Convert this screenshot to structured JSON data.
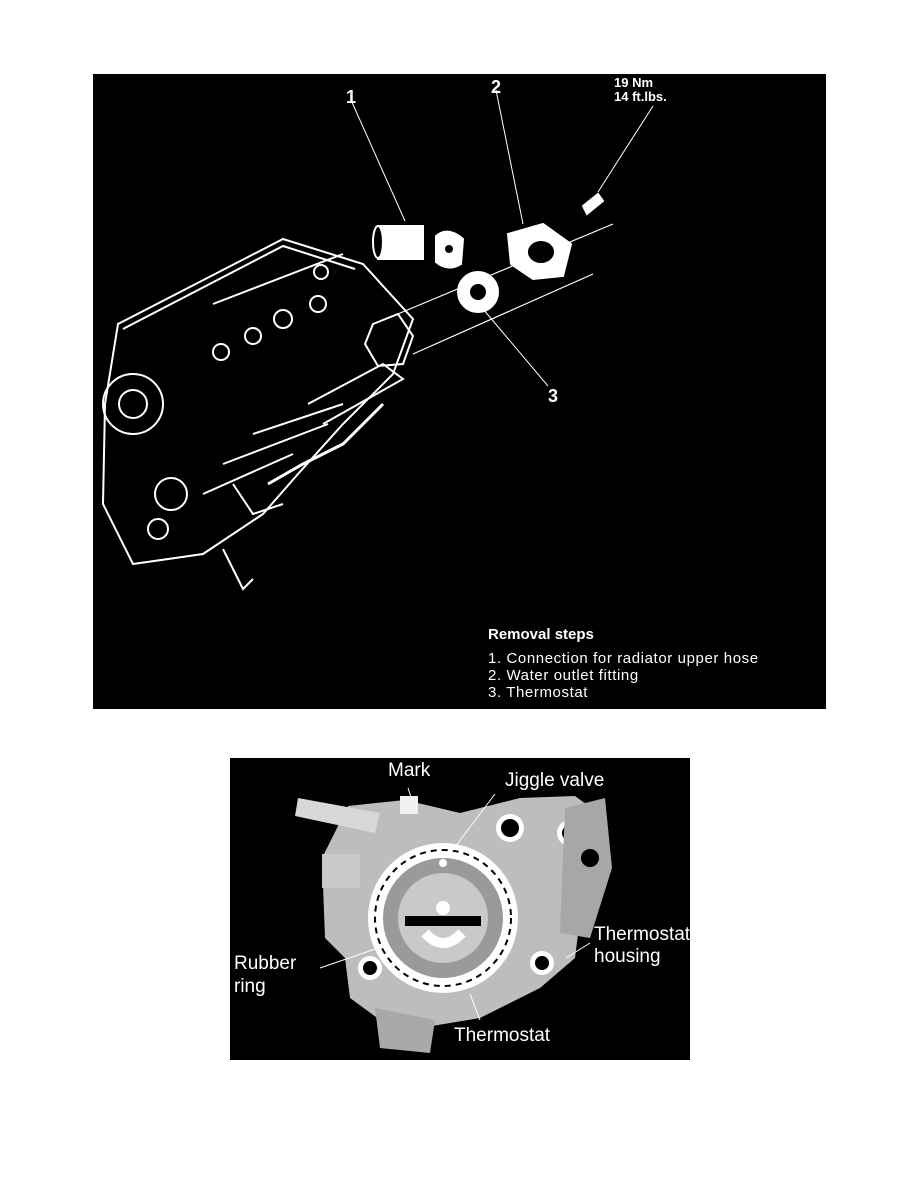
{
  "figure1": {
    "callouts": {
      "one": "1",
      "two": "2",
      "three": "3"
    },
    "torque": {
      "nm": "19 Nm",
      "ftlbs": "14 ft.lbs."
    },
    "removal": {
      "title": "Removal steps",
      "steps": [
        "1. Connection for radiator upper hose",
        "2. Water outlet fitting",
        "3. Thermostat"
      ]
    }
  },
  "figure2": {
    "labels": {
      "mark": "Mark",
      "jiggle_valve": "Jiggle valve",
      "rubber": "Rubber",
      "ring": "ring",
      "thermostat_line1": "Thermostat",
      "housing": "housing",
      "thermostat": "Thermostat"
    }
  }
}
